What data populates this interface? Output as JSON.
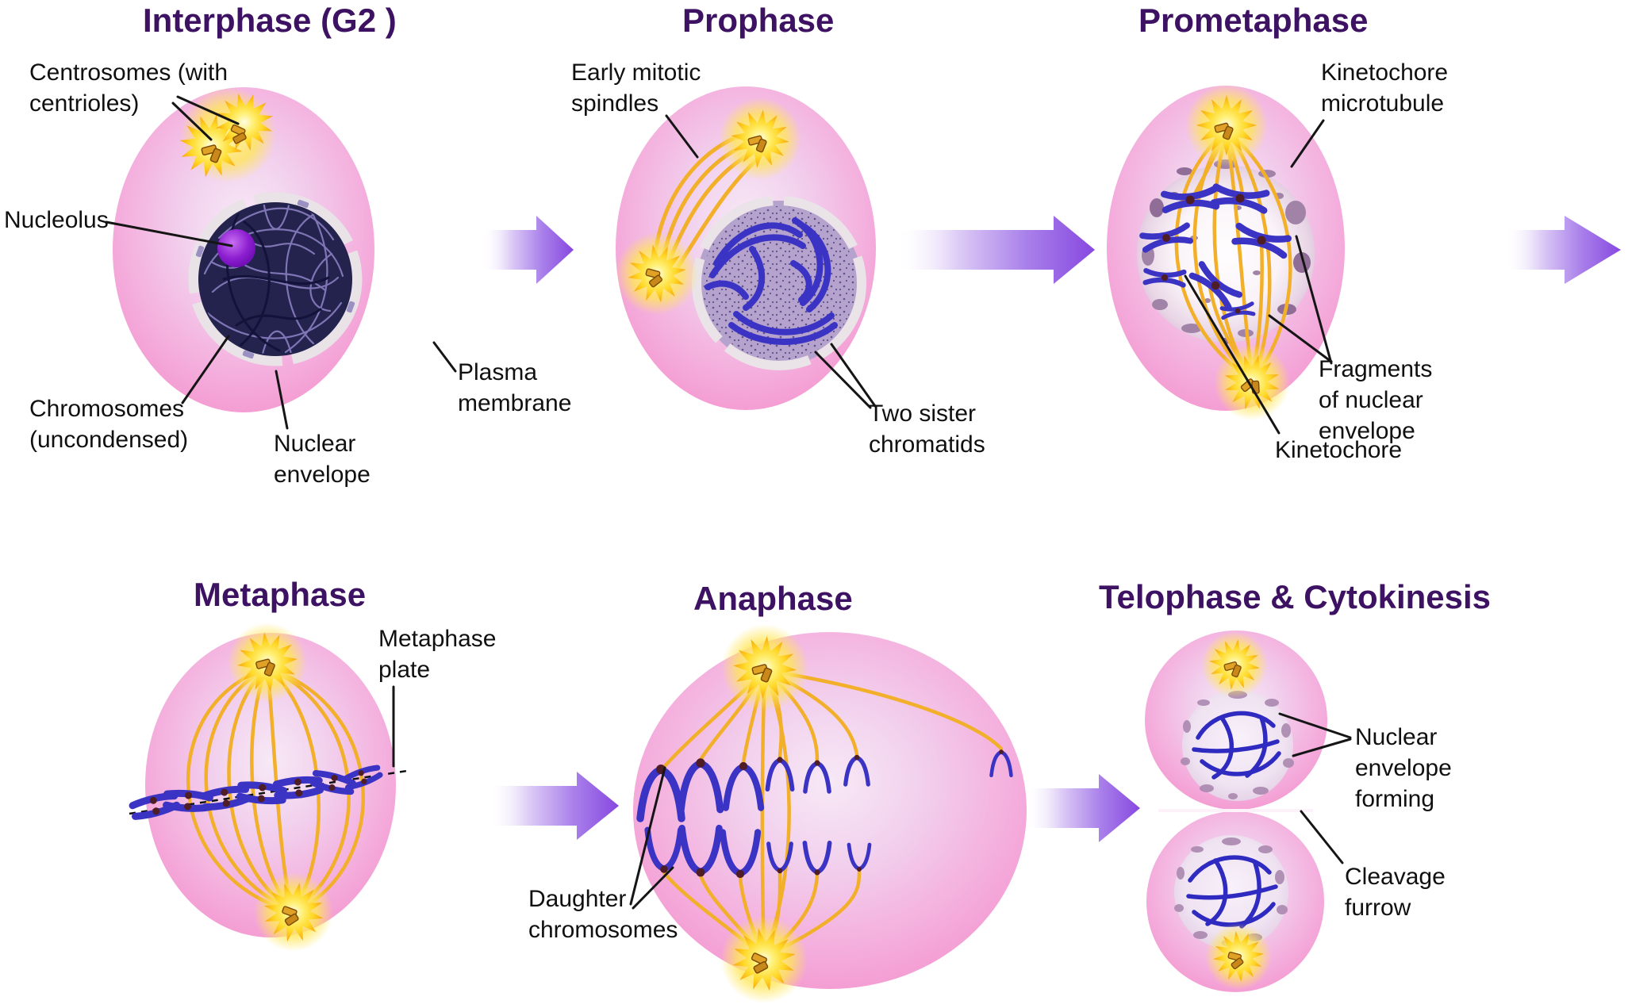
{
  "panels": {
    "interphase": {
      "title": "Interphase (G2 )",
      "labels": {
        "centrosomes": {
          "line1": "Centrosomes (with",
          "line2": "centrioles)"
        },
        "nucleolus": {
          "line1": "Nucleolus"
        },
        "chromosomes_uncondensed": {
          "line1": "Chromosomes",
          "line2": "(uncondensed)"
        },
        "nuclear_envelope": {
          "line1": "Nuclear",
          "line2": "envelope"
        },
        "plasma_membrane": {
          "line1": "Plasma",
          "line2": "membrane"
        }
      }
    },
    "prophase": {
      "title": "Prophase",
      "labels": {
        "early_mitotic_spindles": {
          "line1": "Early mitotic",
          "line2": "spindles"
        },
        "two_sister_chromatids": {
          "line1": "Two sister",
          "line2": "chromatids"
        }
      }
    },
    "prometaphase": {
      "title": "Prometaphase",
      "labels": {
        "kinetochore_microtubule": {
          "line1": "Kinetochore",
          "line2": "microtubule"
        },
        "fragments_nuclear_envelope": {
          "line1": "Fragments",
          "line2": "of nuclear",
          "line3": "envelope"
        },
        "kinetochore": {
          "line1": "Kinetochore"
        }
      }
    },
    "metaphase": {
      "title": "Metaphase",
      "labels": {
        "metaphase_plate": {
          "line1": "Metaphase",
          "line2": "plate"
        }
      }
    },
    "anaphase": {
      "title": "Anaphase",
      "labels": {
        "daughter_chromosomes": {
          "line1": "Daughter",
          "line2": "chromosomes"
        }
      }
    },
    "telophase": {
      "title": "Telophase & Cytokinesis",
      "labels": {
        "nuclear_envelope_forming": {
          "line1": "Nuclear",
          "line2": "envelope",
          "line3": "forming"
        },
        "cleavage_furrow": {
          "line1": "Cleavage",
          "line2": "furrow"
        }
      }
    }
  },
  "colors": {
    "title_purple": "#3e1262",
    "label_black": "#101010",
    "cell_pink_edge": "#f58bc7",
    "cell_pink_center": "#f7e9f6",
    "chromosome_blue": "#3a33c4",
    "spindle_gold": "#f2b02a",
    "centrosome_yellow": "#ffd828",
    "nucleus_navy": "#23234e",
    "nucleolus_purple": "#8c1fd0",
    "envelope_gray": "#e9e3e7",
    "fragment_mauve": "#a283a8",
    "arrow_purple": "#8a4fe0"
  }
}
